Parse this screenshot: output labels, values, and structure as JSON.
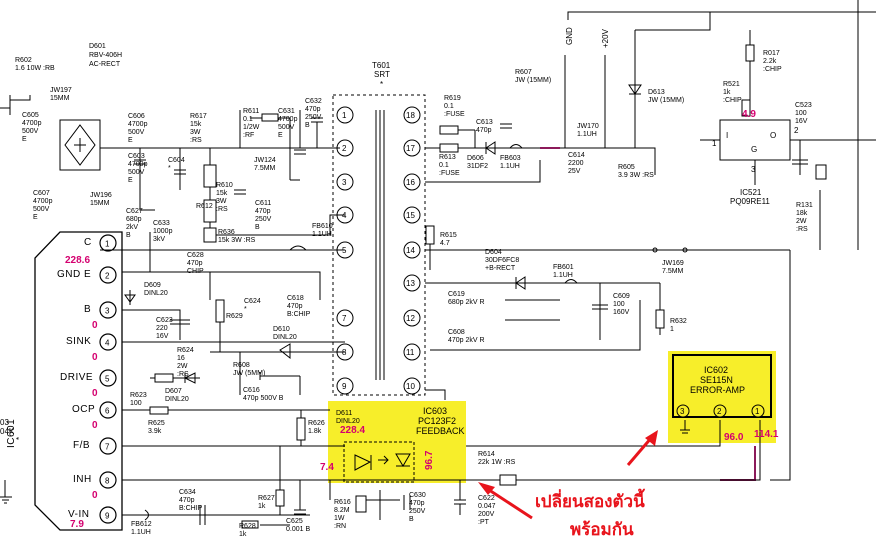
{
  "transformer": {
    "ref": "T601",
    "type": "SRT",
    "mark": "*"
  },
  "ic601": {
    "ref": "IC601",
    "pins": [
      {
        "num": "1",
        "name": "C",
        "reading": "228.6"
      },
      {
        "num": "2",
        "name": "GND E",
        "reading": ""
      },
      {
        "num": "3",
        "name": "B",
        "reading": "0"
      },
      {
        "num": "4",
        "name": "SINK",
        "reading": "0"
      },
      {
        "num": "5",
        "name": "DRIVE",
        "reading": "0"
      },
      {
        "num": "6",
        "name": "OCP",
        "reading": "0"
      },
      {
        "num": "7",
        "name": "F/B",
        "reading": ""
      },
      {
        "num": "8",
        "name": "INH",
        "reading": "0"
      },
      {
        "num": "9",
        "name": "V-IN",
        "reading": "7.9"
      }
    ]
  },
  "ic602": {
    "ref": "IC602",
    "part": "SE115N",
    "function": "ERROR-AMP",
    "pins": [
      "3",
      "2",
      "1"
    ],
    "readings": [
      "96.0",
      "114.1"
    ]
  },
  "ic603": {
    "ref": "IC603",
    "part": "PC123F2",
    "function": "FEEDBACK",
    "readings": [
      "228.4",
      "7.4",
      "96.7"
    ]
  },
  "ic521": {
    "ref": "IC521",
    "part": "PQ09RE11",
    "pins": [
      "1",
      "I",
      "G",
      "3",
      "O",
      "2"
    ]
  },
  "trans_pins_left": [
    "1",
    "2",
    "3",
    "4",
    "5",
    "7",
    "8",
    "9"
  ],
  "trans_pins_right": [
    "18",
    "17",
    "16",
    "15",
    "14",
    "13",
    "12",
    "11",
    "10"
  ],
  "labels": {
    "gnd": "GND",
    "v20": "+20V",
    "measure_49": "4.9",
    "d601": [
      "D601",
      "RBV-406H",
      "AC-RECT"
    ],
    "r602": [
      "R602",
      "1.6 10W :RB"
    ],
    "jw197": [
      "JW197",
      "15MM"
    ],
    "c605": [
      "C605",
      "4700p",
      "500V",
      "E"
    ],
    "c606": [
      "C606",
      "4700p",
      "500V",
      "E"
    ],
    "c603": [
      "C603",
      "4700p",
      "500V",
      "E"
    ],
    "c604": [
      "C604",
      "*"
    ],
    "c607": [
      "C607",
      "4700p",
      "500V",
      "E"
    ],
    "jw196": [
      "JW196",
      "15MM"
    ],
    "r617": [
      "R617",
      "15k",
      "3W",
      ":RS"
    ],
    "r611": [
      "R611",
      "0.1",
      "1/2W",
      ":RF"
    ],
    "c631": [
      "C631",
      "4700p",
      "500V",
      "E"
    ],
    "c632": [
      "C632",
      "470p",
      "250V",
      "B"
    ],
    "jw124": [
      "JW124",
      "7.5MM"
    ],
    "r610": [
      "R610",
      "15k",
      "3W",
      ":RS"
    ],
    "r612": [
      "R612"
    ],
    "r636": [
      "R636",
      "15k 3W :RS"
    ],
    "c611": [
      "C611",
      "470p",
      "250V",
      "B"
    ],
    "c627": [
      "C627",
      "680p",
      "2kV",
      "B"
    ],
    "c633": [
      "C633",
      "1000p",
      "3kV"
    ],
    "fb610": [
      "FB610",
      "1.1UH"
    ],
    "c628": [
      "C628",
      "470p",
      "CHIP"
    ],
    "d609": [
      "D609",
      "DINL20"
    ],
    "c623": [
      "C623",
      "220",
      "16V"
    ],
    "r629": [
      "R629"
    ],
    "c624": [
      "C624",
      "*"
    ],
    "c618": [
      "C618",
      "470p",
      "B:CHIP"
    ],
    "d610": [
      "D610",
      "DINL20"
    ],
    "r624": [
      "R624",
      "16",
      "2W",
      ":RS"
    ],
    "r608": [
      "R608",
      "JW (5MM)"
    ],
    "d607": [
      "D607",
      "DINL20"
    ],
    "c616": [
      "C616",
      "470p 500V B"
    ],
    "r623": [
      "R623",
      "100"
    ],
    "r625": [
      "R625",
      "3.9k"
    ],
    "r626": [
      "R626",
      "1.8k"
    ],
    "c634": [
      "C634",
      "470p",
      "B:CHIP"
    ],
    "r627": [
      "R627",
      "1k"
    ],
    "c625": [
      "C625",
      "0.001 B"
    ],
    "fb612": [
      "FB612",
      "1.1UH"
    ],
    "r628": [
      "R628",
      "1k"
    ],
    "r616": [
      "R616",
      "8.2M",
      "1W",
      ":RN"
    ],
    "c630": [
      "C630",
      "470p",
      "250V",
      "B"
    ],
    "c622": [
      "C622",
      "0.047",
      "200V",
      ":PT"
    ],
    "r614": [
      "R614",
      "22k 1W :RS"
    ],
    "d611": [
      "D611",
      "DINL20"
    ],
    "r619": [
      "R619",
      "0.1",
      ":FUSE"
    ],
    "c613": [
      "C613",
      "470p"
    ],
    "r613": [
      "R613",
      "0.1",
      ":FUSE"
    ],
    "d606": [
      "D606",
      "31DF2"
    ],
    "fb603": [
      "FB603",
      "1.1UH"
    ],
    "r607": [
      "R607",
      "JW (15MM)"
    ],
    "d613": [
      "D613",
      "JW (15MM)"
    ],
    "jw170": [
      "JW170",
      "1.1UH"
    ],
    "c614": [
      "C614",
      "2200",
      "25V"
    ],
    "r605": [
      "R605",
      "3.9 3W :RS"
    ],
    "r615": [
      "R615",
      "4.7"
    ],
    "d604": [
      "D604",
      "30DF6FC8",
      "+B-RECT"
    ],
    "fb601": [
      "FB601",
      "1.1UH"
    ],
    "jw169": [
      "JW169",
      "7.5MM"
    ],
    "c619": [
      "C619",
      "680p 2kV R"
    ],
    "c608": [
      "C608",
      "470p 2kV R"
    ],
    "c609": [
      "C609",
      "100",
      "160V"
    ],
    "r632": [
      "R632",
      "1"
    ],
    "r017": [
      "R017",
      "2.2k",
      ":CHIP"
    ],
    "r521": [
      "R521",
      "1k",
      ":CHIP"
    ],
    "c523": [
      "C523",
      "100",
      "16V"
    ],
    "r131": [
      "R131",
      "18k",
      "2W",
      ":RS"
    ],
    "ic_left_partial": [
      "03",
      "04K"
    ]
  },
  "annotation": {
    "line1": "เปลี่ยนสองตัวนี้",
    "line2": "พร้อมกัน"
  },
  "colors": {
    "highlight": "#f7ee2a",
    "measure": "#d4006f",
    "arrow": "#e8141c",
    "rail": "#8c1a5a"
  }
}
